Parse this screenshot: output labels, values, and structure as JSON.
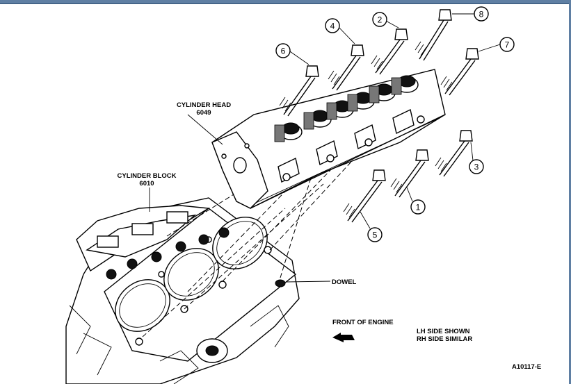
{
  "labels": {
    "cylinder_head": "CYLINDER HEAD",
    "cylinder_head_part": "6049",
    "cylinder_block": "CYLINDER BLOCK",
    "cylinder_block_part": "6010",
    "dowel": "DOWEL",
    "front_of_engine": "FRONT OF ENGINE",
    "lh_side": "LH SIDE SHOWN",
    "rh_side": "RH SIDE SIMILAR",
    "figure_id": "A10117-E"
  },
  "bolt_callouts": [
    "1",
    "2",
    "3",
    "4",
    "5",
    "6",
    "7",
    "8"
  ],
  "colors": {
    "frame": "#5f7fa3",
    "ink": "#000000",
    "background": "#ffffff"
  }
}
